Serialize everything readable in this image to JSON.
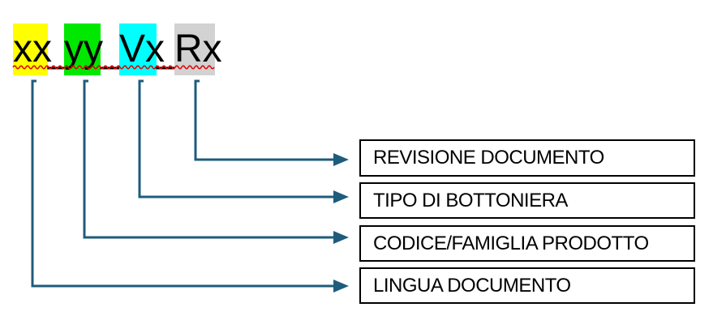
{
  "filename_pattern": {
    "segments": [
      {
        "text": "xx",
        "highlight": "#ffff00"
      },
      {
        "text": "yy",
        "highlight": "#00e800"
      },
      {
        "text": "Vx",
        "highlight": "#00ffff"
      },
      {
        "text": "Rx",
        "highlight": "#d2d2d2"
      }
    ],
    "separator": "_"
  },
  "legend_boxes": [
    {
      "label": "REVISIONE DOCUMENTO"
    },
    {
      "label": "TIPO DI BOTTONIERA"
    },
    {
      "label": "CODICE/FAMIGLIA PRODOTTO"
    },
    {
      "label": "LINGUA DOCUMENTO"
    }
  ],
  "colors": {
    "connector_line": "#1e5c7c",
    "spellcheck_squiggle": "#e00000",
    "box_border": "#000000",
    "text": "#000000"
  }
}
